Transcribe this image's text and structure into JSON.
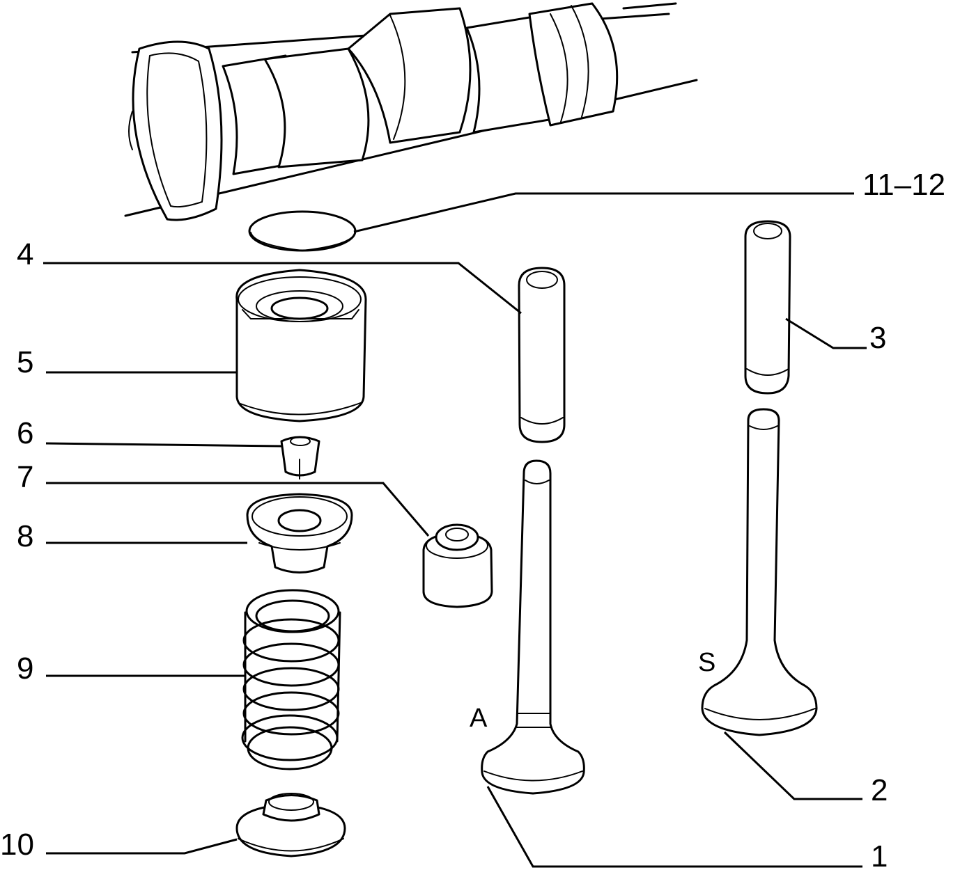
{
  "callouts": {
    "c1": "1",
    "c2": "2",
    "c3": "3",
    "c4": "4",
    "c5": "5",
    "c6": "6",
    "c7": "7",
    "c8": "8",
    "c9": "9",
    "c10": "10",
    "c11_12": "11–12"
  },
  "valve_marks": {
    "intake": "A",
    "exhaust": "S"
  }
}
